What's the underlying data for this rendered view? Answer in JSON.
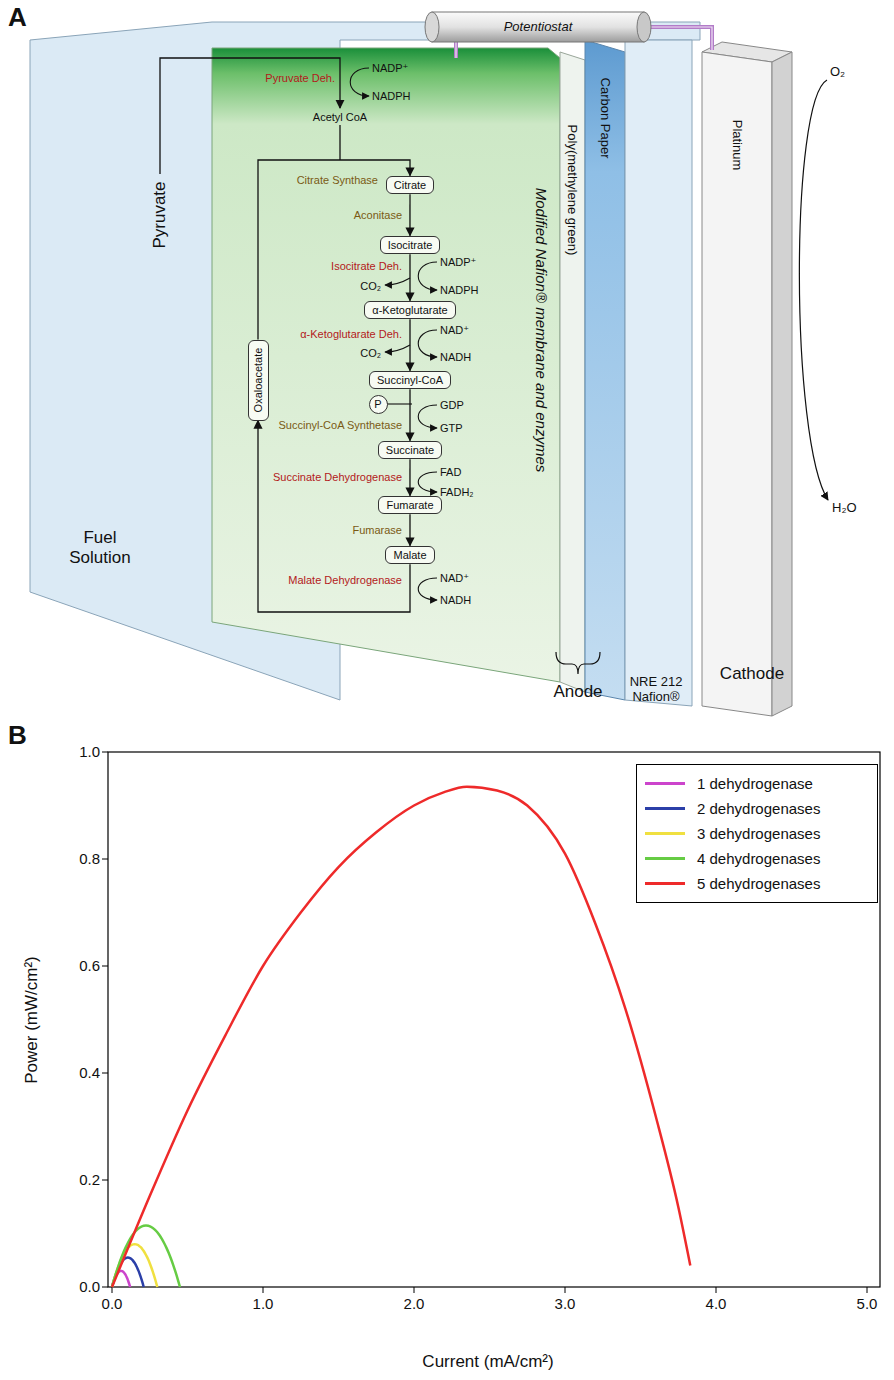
{
  "diagram": {
    "nodes": [
      {
        "text": [
          "Potentiostat"
        ]
      },
      {
        "text": [
          "Citrate"
        ]
      },
      {
        "text": [
          "Isocitrate"
        ]
      },
      {
        "text": [
          "α-Ketoglutarate"
        ]
      },
      {
        "text": [
          "Succinyl-CoA"
        ]
      },
      {
        "text": [
          "P"
        ]
      },
      {
        "text": [
          "Succinate"
        ]
      },
      {
        "text": [
          "Fumarate"
        ]
      },
      {
        "text": [
          "Malate"
        ]
      },
      {
        "text": [
          "Oxaloacetate"
        ]
      }
    ],
    "edges": [
      {
        "from": 1,
        "to": 2,
        "arrow": "to"
      },
      {
        "from": 2,
        "to": 3,
        "arrow": "to"
      },
      {
        "from": 3,
        "to": 4,
        "arrow": "to"
      },
      {
        "from": 4,
        "to": 6,
        "arrow": "to"
      },
      {
        "from": 6,
        "to": 7,
        "arrow": "to"
      },
      {
        "from": 7,
        "to": 8,
        "arrow": "to"
      },
      {
        "from": 8,
        "to": 9,
        "arrow": "to"
      },
      {
        "from": 9,
        "to": 1,
        "arrow": "to"
      }
    ],
    "labels": [
      "A",
      "Pyruvate Deh.",
      "NADP⁺",
      "NADPH",
      "Acetyl CoA",
      "Citrate Synthase",
      "Aconitase",
      "Isocitrate Deh.",
      "CO₂",
      "NADP⁺",
      "NADPH",
      "α-Ketoglutarate Deh.",
      "CO₂",
      "NAD⁺",
      "NADH",
      "GDP",
      "GTP",
      "Succinyl-CoA Synthetase",
      "Succinate Dehydrogenase",
      "FAD",
      "FADH₂",
      "Fumarase",
      "Malate Dehydrogenase",
      "NAD⁺",
      "NADH",
      "Pyruvate",
      "Fuel Solution",
      "Modified Nafion® membrane and enzymes",
      "Poly(methylene green)",
      "Carbon Paper",
      "Platinum",
      "O₂",
      "H₂O",
      "Anode",
      "NRE 212 Nafion®",
      "Cathode",
      "B",
      "Power (mW/cm²)",
      "Current (mA/cm²)",
      "0.0",
      "0.2",
      "0.4",
      "0.6",
      "0.8",
      "1.0",
      "0.0",
      "1.0",
      "2.0",
      "3.0",
      "4.0",
      "5.0"
    ],
    "legend": [
      {
        "text": "1 dehydrogenase",
        "color": "#cc44cc"
      },
      {
        "text": "2 dehydrogenases",
        "color": "#2b3fa8"
      },
      {
        "text": "3 dehydrogenases",
        "color": "#f0e040"
      },
      {
        "text": "4 dehydrogenases",
        "color": "#66cc44"
      },
      {
        "text": "5 dehydrogenases",
        "color": "#ee2a2a"
      }
    ]
  }
}
